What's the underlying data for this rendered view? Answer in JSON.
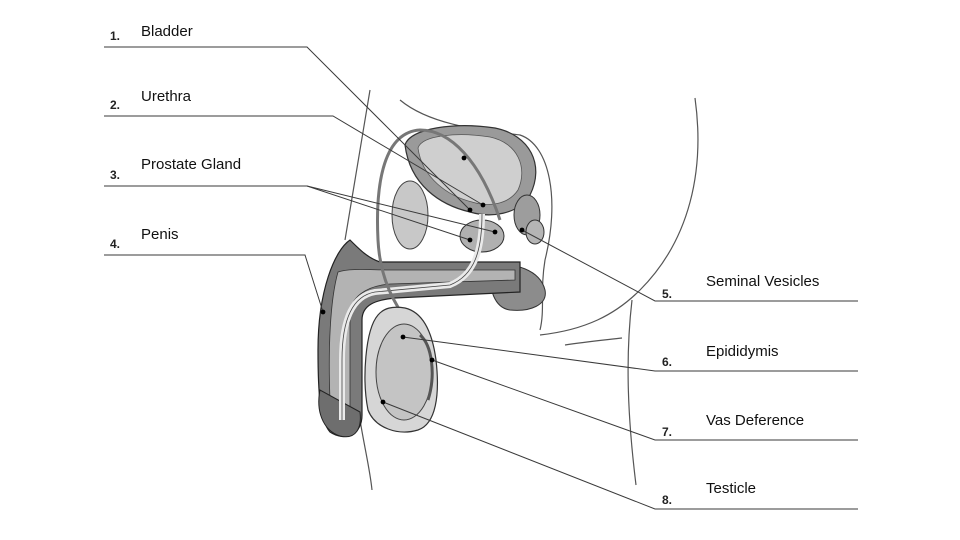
{
  "labels": [
    {
      "number": "1.",
      "text": "Bladder"
    },
    {
      "number": "2.",
      "text": "Urethra"
    },
    {
      "number": "3.",
      "text": "Prostate Gland"
    },
    {
      "number": "4.",
      "text": "Penis"
    },
    {
      "number": "5.",
      "text": "Seminal Vesicles"
    },
    {
      "number": "6.",
      "text": "Epididymis"
    },
    {
      "number": "7.",
      "text": "Vas Deference"
    },
    {
      "number": "8.",
      "text": "Testicle"
    }
  ]
}
